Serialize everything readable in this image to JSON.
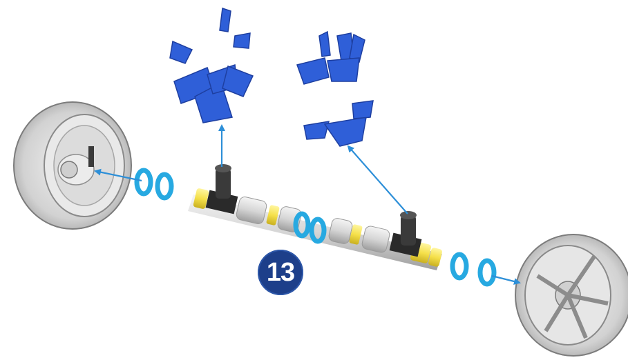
{
  "step": {
    "number": "13"
  },
  "colors": {
    "connector_blue": "#2f5fd8",
    "spacer_cyan": "#27a9e1",
    "arrow_blue": "#2d8fd8",
    "rod_yellow": "#f5e04a",
    "rod_grey": "#d8d8d8",
    "tire_grey": "#cfcfcf",
    "connector_black": "#2a2a2a",
    "badge_navy": "#1d3f8a"
  },
  "parts": [
    {
      "name": "wheel-left"
    },
    {
      "name": "wheel-right"
    },
    {
      "name": "axle-rod"
    },
    {
      "name": "spacer-ring"
    },
    {
      "name": "black-end-connector"
    },
    {
      "name": "blue-connector-cluster"
    }
  ]
}
